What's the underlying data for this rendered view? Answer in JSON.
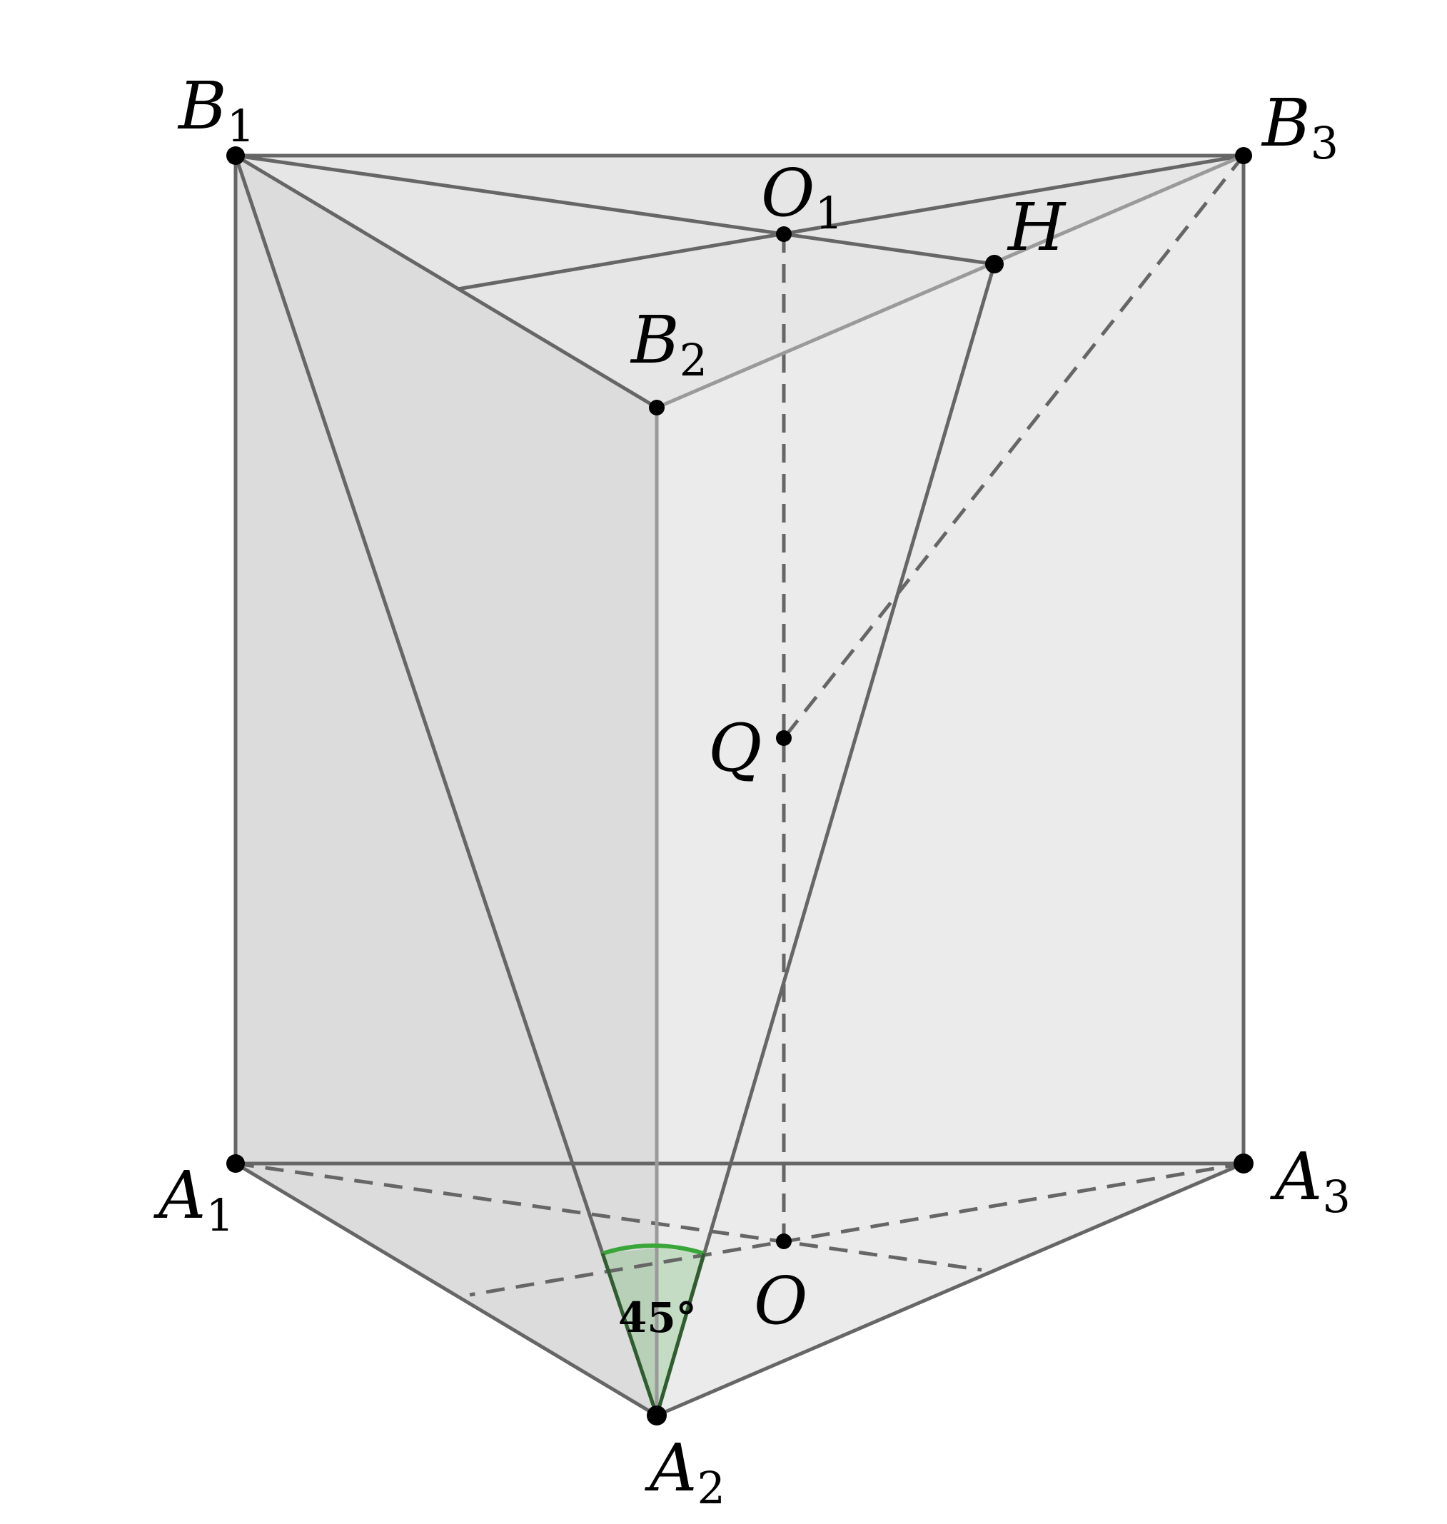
{
  "points": [
    {
      "id": "B1",
      "letter": "B",
      "sub": "1"
    },
    {
      "id": "B2",
      "letter": "B",
      "sub": "2"
    },
    {
      "id": "B3",
      "letter": "B",
      "sub": "3"
    },
    {
      "id": "O1",
      "letter": "O",
      "sub": "1"
    },
    {
      "id": "H",
      "letter": "H",
      "sub": ""
    },
    {
      "id": "Q",
      "letter": "Q",
      "sub": ""
    },
    {
      "id": "A1",
      "letter": "A",
      "sub": "1"
    },
    {
      "id": "A2",
      "letter": "A",
      "sub": "2"
    },
    {
      "id": "A3",
      "letter": "A",
      "sub": "3"
    },
    {
      "id": "O",
      "letter": "O",
      "sub": ""
    }
  ],
  "angle": {
    "label": "45°",
    "vertex": "A2",
    "color": "#3aa63a"
  },
  "colors": {
    "edge": "#666666",
    "hidden_edge": "#666666",
    "light_edge": "#9a9a9a",
    "face_left": "#dcdcdc",
    "face_right": "#ebebeb",
    "face_top": "#e6e6e6",
    "face_bottom": "#d2d2d2",
    "point": "#000000"
  }
}
